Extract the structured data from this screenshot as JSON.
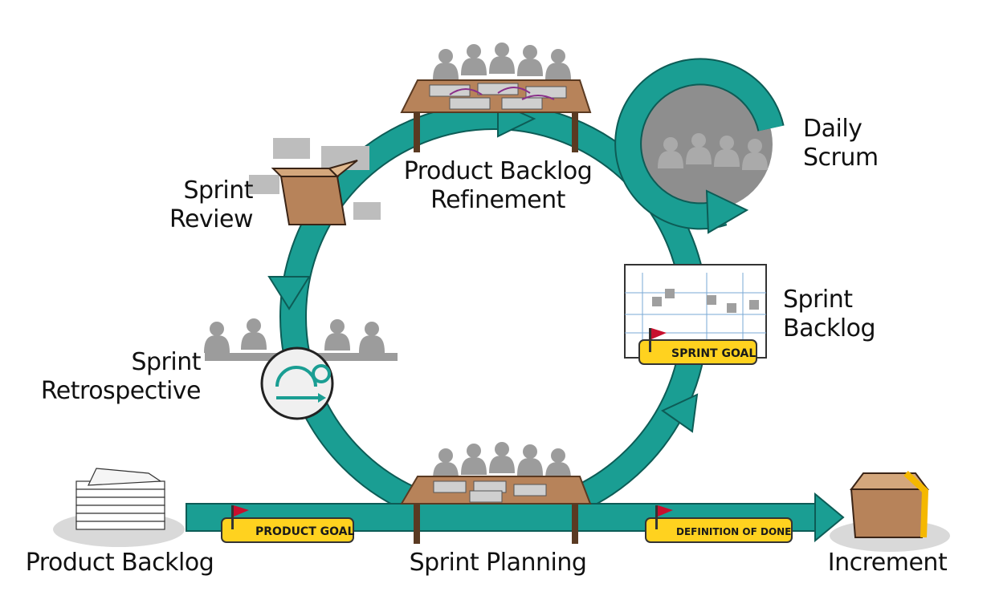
{
  "labels": {
    "product_backlog": "Product Backlog",
    "sprint_planning": "Sprint Planning",
    "increment": "Increment",
    "sprint_retrospective_1": "Sprint",
    "sprint_retrospective_2": "Retrospective",
    "sprint_review_1": "Sprint",
    "sprint_review_2": "Review",
    "pbr_1": "Product Backlog",
    "pbr_2": "Refinement",
    "daily_scrum_1": "Daily",
    "daily_scrum_2": "Scrum",
    "sprint_backlog_1": "Sprint",
    "sprint_backlog_2": "Backlog"
  },
  "badges": {
    "product_goal": "PRODUCT GOAL",
    "sprint_goal": "SPRINT GOAL",
    "definition_of_done": "DEFINITION OF DONE"
  },
  "colors": {
    "cycle": "#1a9e93",
    "badge": "#ffd21f",
    "flag": "#c8102e",
    "box": "#b7835a",
    "silhouette": "#9c9c9c",
    "table": "#8a5a3a"
  }
}
